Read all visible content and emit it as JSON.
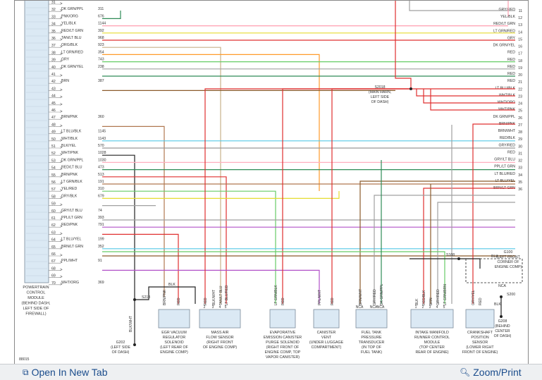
{
  "diagram": {
    "figure_id": "88015",
    "pcm_label": [
      "POWERTRAIN",
      "CONTROL",
      "MODULE",
      "(BEHIND DASH,",
      "LEFT SIDE OF",
      "FIREWALL)"
    ],
    "pcm_pins": [
      {
        "pin": "31",
        "color": "",
        "circuit": "",
        "wire": ""
      },
      {
        "pin": "32",
        "color": "DK GRN/PPL",
        "circuit": "311",
        "wire": "#2e8b57"
      },
      {
        "pin": "33",
        "color": "PNK/ORG",
        "circuit": "676",
        "wire": "#ff9fb0"
      },
      {
        "pin": "34",
        "color": "YEL/BLK",
        "circuit": "1144",
        "wire": "#e6dc30"
      },
      {
        "pin": "35",
        "color": "RED/LT GRN",
        "circuit": "392",
        "wire": "#e03030"
      },
      {
        "pin": "36",
        "color": "TAN/LT BLU",
        "circuit": "968",
        "wire": "#c8b08a"
      },
      {
        "pin": "37",
        "color": "ORG/BLK",
        "circuit": "923",
        "wire": "#ff9a2a"
      },
      {
        "pin": "38",
        "color": "LT GRN/RED",
        "circuit": "354",
        "wire": "#66cc66"
      },
      {
        "pin": "39",
        "color": "GRY",
        "circuit": "743",
        "wire": "#a0a0a0"
      },
      {
        "pin": "40",
        "color": "DK GRN/YEL",
        "circuit": "238",
        "wire": "#2e8b57"
      },
      {
        "pin": "41",
        "color": "",
        "circuit": "",
        "wire": ""
      },
      {
        "pin": "42",
        "color": "BRN",
        "circuit": "387",
        "wire": "#8b5a2b"
      },
      {
        "pin": "43",
        "color": "",
        "circuit": "",
        "wire": ""
      },
      {
        "pin": "44",
        "color": "",
        "circuit": "",
        "wire": ""
      },
      {
        "pin": "45",
        "color": "",
        "circuit": "",
        "wire": ""
      },
      {
        "pin": "46",
        "color": "",
        "circuit": "",
        "wire": ""
      },
      {
        "pin": "47",
        "color": "BRN/PNK",
        "circuit": "360",
        "wire": "#b07850"
      },
      {
        "pin": "48",
        "color": "",
        "circuit": "",
        "wire": ""
      },
      {
        "pin": "49",
        "color": "LT BLU/BLK",
        "circuit": "1145",
        "wire": "#55c8e6"
      },
      {
        "pin": "50",
        "color": "WHT/BLK",
        "circuit": "1143",
        "wire": "#999999"
      },
      {
        "pin": "51",
        "color": "BLK/YEL",
        "circuit": "570",
        "wire": "#222222"
      },
      {
        "pin": "52",
        "color": "WHT/PNK",
        "circuit": "1028",
        "wire": "#ffb0c0"
      },
      {
        "pin": "53",
        "color": "DK GRN/PPL",
        "circuit": "1030",
        "wire": "#2e8b57"
      },
      {
        "pin": "54",
        "color": "RED/LT BLU",
        "circuit": "473",
        "wire": "#e03030"
      },
      {
        "pin": "55",
        "color": "BRN/PNK",
        "circuit": "513",
        "wire": "#b07850"
      },
      {
        "pin": "56",
        "color": "LT GRN/BLK",
        "circuit": "191",
        "wire": "#66cc66"
      },
      {
        "pin": "57",
        "color": "YEL/RED",
        "circuit": "310",
        "wire": "#e6dc30"
      },
      {
        "pin": "58",
        "color": "GRY/BLK",
        "circuit": "679",
        "wire": "#a0a0a0"
      },
      {
        "pin": "59",
        "color": "",
        "circuit": "",
        "wire": ""
      },
      {
        "pin": "60",
        "color": "GRY/LT BLU",
        "circuit": "74",
        "wire": "#a0a0a0"
      },
      {
        "pin": "61",
        "color": "PPL/LT GRN",
        "circuit": "393",
        "wire": "#b050c8"
      },
      {
        "pin": "62",
        "color": "RED/PNK",
        "circuit": "791",
        "wire": "#e03030"
      },
      {
        "pin": "63",
        "color": "",
        "circuit": "",
        "wire": ""
      },
      {
        "pin": "64",
        "color": "LT BLU/YEL",
        "circuit": "199",
        "wire": "#55c8e6"
      },
      {
        "pin": "65",
        "color": "BRN/LT GRN",
        "circuit": "352",
        "wire": "#8b5a2b"
      },
      {
        "pin": "66",
        "color": "",
        "circuit": "",
        "wire": ""
      },
      {
        "pin": "67",
        "color": "PPL/WHT",
        "circuit": "91",
        "wire": "#b050c8"
      },
      {
        "pin": "68",
        "color": "",
        "circuit": "",
        "wire": ""
      },
      {
        "pin": "69",
        "color": "",
        "circuit": "",
        "wire": ""
      },
      {
        "pin": "70",
        "color": "WHT/ORG",
        "circuit": "369",
        "wire": "#999999"
      }
    ],
    "right_labels": [
      {
        "num": "11",
        "text": "GRY/RED"
      },
      {
        "num": "12",
        "text": "YEL/BLK"
      },
      {
        "num": "13",
        "text": "RED/LT GRN"
      },
      {
        "num": "14",
        "text": "LT GRN/RED"
      },
      {
        "num": "15",
        "text": "GRY"
      },
      {
        "num": "16",
        "text": "DK GRN/YEL"
      },
      {
        "num": "17",
        "text": "RED"
      },
      {
        "num": "18",
        "text": "RED"
      },
      {
        "num": "19",
        "text": "RED"
      },
      {
        "num": "20",
        "text": "RED"
      },
      {
        "num": "21",
        "text": "RED"
      },
      {
        "num": "22",
        "text": "LT BLU/BLK"
      },
      {
        "num": "23",
        "text": "WHT/BLK"
      },
      {
        "num": "24",
        "text": "WHT/ORG"
      },
      {
        "num": "25",
        "text": "WHT/PNK"
      },
      {
        "num": "26",
        "text": "DK GRN/PPL"
      },
      {
        "num": "27",
        "text": "BRN/PNK"
      },
      {
        "num": "28",
        "text": "BRN/WHT"
      },
      {
        "num": "29",
        "text": "RED/BLK"
      },
      {
        "num": "30",
        "text": "GRY/RED"
      },
      {
        "num": "31",
        "text": "RED"
      },
      {
        "num": "32",
        "text": "GRY/LT BLU"
      },
      {
        "num": "33",
        "text": "PPL/LT GRN"
      },
      {
        "num": "34",
        "text": "LT BLU/RED"
      },
      {
        "num": "35",
        "text": "LT BLU/YEL"
      },
      {
        "num": "36",
        "text": "BRN/LT GRN"
      }
    ],
    "splices": {
      "s2018": [
        "S2018",
        "(MAIN HARN,",
        "LEFT SIDE",
        "OF DASH)"
      ],
      "s213": "S213",
      "s108": "S108",
      "g100": [
        "G100",
        "(LEFT FRONT",
        "CORNER OF",
        "ENGINE COMP)"
      ],
      "s200": "S200",
      "g208": [
        "G208",
        "(BEHIND",
        "CENTER",
        "OF DASH)"
      ],
      "g202": [
        "G202",
        "(LEFT SIDE",
        "OF DASH)"
      ]
    },
    "small_labels": {
      "blk_top": "BLK",
      "blk_g100": "BLK",
      "nca_g100": "NCA",
      "blk_s200": "BLK",
      "blk_wht_g202": "BLK/WHT"
    },
    "components": [
      {
        "name": [
          "EGR VACUUM",
          "REGULATOR",
          "SOLENOID",
          "(LEFT REAR OF",
          "ENGINE COMP)"
        ],
        "wires": [
          "BRN/PNK",
          "RED"
        ],
        "pins": [
          "",
          ""
        ]
      },
      {
        "name": [
          "MASS AIR",
          "FLOW SENSOR",
          "(RIGHT FRONT",
          "OF ENGINE COMP)"
        ],
        "wires": [
          "RED",
          "BLK/WHT",
          "TAN/LT BLU",
          "LT BLU/RED"
        ],
        "pins": [
          "2",
          "3",
          "4",
          "5"
        ]
      },
      {
        "name": [
          "EVAPORATIVE",
          "EMISSION CANISTER",
          "PURGE SOLENOID",
          "(RIGHT FRONT OF",
          "ENGINE COMP, TOP",
          "VAPOR CANISTER)"
        ],
        "wires": [
          "LT GRN/BLK",
          "RED"
        ],
        "pins": [
          "",
          ""
        ]
      },
      {
        "name": [
          "CANISTER",
          "VENT",
          "(UNDER LUGGAGE",
          "COMPARTMENT)"
        ],
        "wires": [
          "PPL/WHT",
          "RED"
        ],
        "pins": [
          "",
          ""
        ]
      },
      {
        "name": [
          "FUEL TANK",
          "PRESSURE",
          "TRANSDUCER",
          "(IN TOP OF",
          "FUEL TANK)"
        ],
        "wires": [
          "BRN/WHT",
          "GRY/RED",
          "DK GRN/PPL"
        ],
        "pins": [
          "NCA",
          "NCA",
          "NCA"
        ]
      },
      {
        "name": [
          "INTAKE MANIFOLD",
          "RUNNER CONTROL",
          "MODULE",
          "(TOP CENTER",
          "REAR OF ENGINE)"
        ],
        "wires": [
          "BLK",
          "RED/BLK",
          "BRN",
          "GRY/RED",
          "LT GRN/BRN"
        ],
        "pins": [
          "1",
          "2",
          "3",
          "4",
          "5"
        ]
      },
      {
        "name": [
          "CRANKSHAFT",
          "POSITION",
          "SENSOR",
          "(LOWER RIGHT",
          "FRONT OF ENGINE)"
        ],
        "wires": [
          "GRY/YEL",
          "RED"
        ],
        "pins": [
          "",
          ""
        ]
      }
    ]
  },
  "footer": {
    "open_tab_label": "Open In New Tab",
    "zoom_label": "Zoom/Print",
    "bg": "#eef0f2",
    "link_color": "#1a4c8c"
  }
}
